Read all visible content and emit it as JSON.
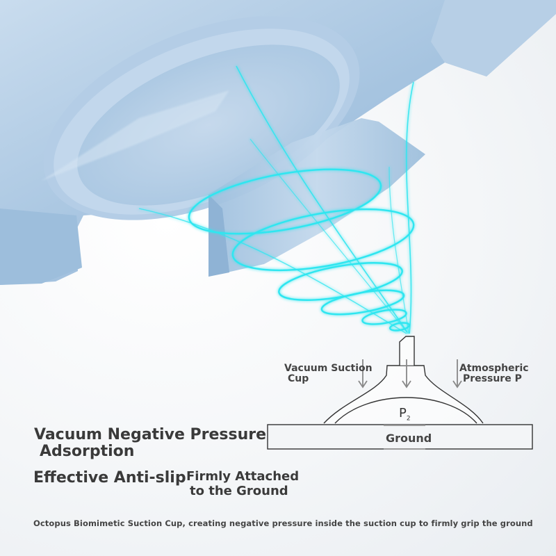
{
  "headlines": {
    "line1": "Vacuum Negative Pressure",
    "line2": "Adsorption",
    "line3": "Effective Anti-slip",
    "line4a": "Firmly Attached",
    "line4b": "to the Ground"
  },
  "diagram": {
    "left_label_1": "Vacuum Suction",
    "left_label_2": "Cup",
    "right_label_1": "Atmospheric",
    "right_label_2": "Pressure P",
    "p2_label": "P",
    "p2_sub": "2",
    "ground_label": "Ground"
  },
  "caption": "Octopus Biomimetic Suction Cup, creating negative pressure inside the suction cup to firmly grip the ground",
  "colors": {
    "glow": "#2fe6f0",
    "product": "#a9c7e2",
    "text": "#333333"
  },
  "icons": [
    "suction-cup-product",
    "vortex-glow",
    "suction-diagram"
  ]
}
